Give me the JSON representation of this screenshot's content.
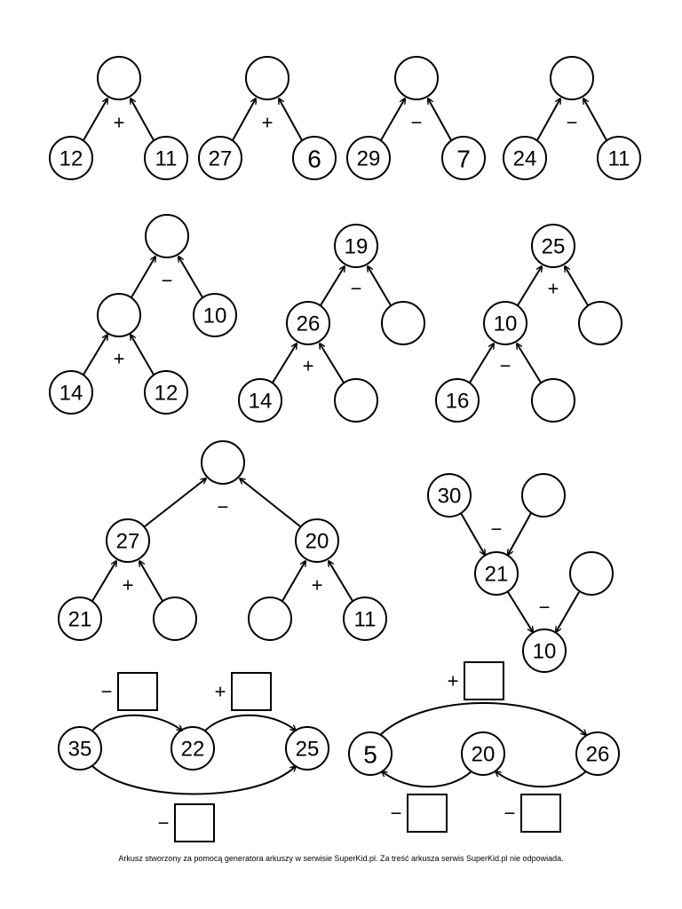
{
  "footer": "Arkusz stworzony za pomocą generatora arkuszy w serwisie SuperKid.pl. Za treść arkusza serwis SuperKid.pl nie odpowiada.",
  "row1": {
    "t1": {
      "left": "12",
      "right": "11",
      "op": "+"
    },
    "t2": {
      "left": "27",
      "right": "6",
      "op": "+"
    },
    "t3": {
      "left": "29",
      "right": "7",
      "op": "−"
    },
    "t4": {
      "left": "24",
      "right": "11",
      "op": "−"
    }
  },
  "row2": {
    "a": {
      "leaf_left": "14",
      "leaf_right": "12",
      "op_low": "+",
      "side": "10",
      "op_high": "−"
    },
    "b": {
      "top": "19",
      "mid": "26",
      "leaf_left": "14",
      "op_low": "+",
      "op_high": "−"
    },
    "c": {
      "top": "25",
      "mid": "10",
      "leaf_left": "16",
      "op_low": "−",
      "op_high": "+"
    }
  },
  "row3": {
    "big": {
      "left_mid": "27",
      "right_mid": "20",
      "leaf_ll": "21",
      "leaf_rr": "11",
      "op_top": "−",
      "op_left": "+",
      "op_right": "+"
    },
    "chain": {
      "start": "30",
      "mid": "21",
      "end": "10",
      "op1": "−",
      "op2": "−"
    }
  },
  "row4": {
    "a": {
      "n1": "35",
      "n2": "22",
      "n3": "25",
      "op_a": "−",
      "op_b": "+",
      "op_c": "−"
    },
    "b": {
      "n1": "5",
      "n2": "20",
      "n3": "26",
      "op_top": "+",
      "op_bl": "−",
      "op_br": "−"
    }
  }
}
